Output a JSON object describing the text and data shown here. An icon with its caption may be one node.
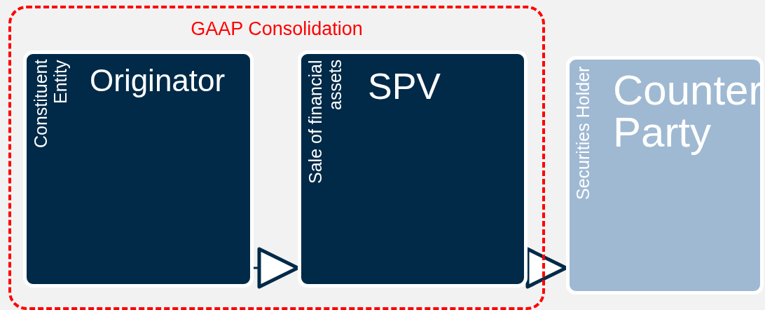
{
  "diagram": {
    "nodes": [
      {
        "text": [
          "GAAP Consolidation"
        ]
      },
      {
        "text": [
          "Constituent Entity",
          "Originator"
        ],
        "in": 0
      },
      {
        "text": [
          "Sale of financial assets",
          "SPV"
        ],
        "in": 0
      },
      {
        "text": [
          "Securities Holder",
          "Counter Party"
        ]
      }
    ],
    "edges": [
      {
        "from": 1,
        "to": 2,
        "arrow": "to"
      },
      {
        "from": 2,
        "to": 3,
        "arrow": "to"
      }
    ]
  }
}
